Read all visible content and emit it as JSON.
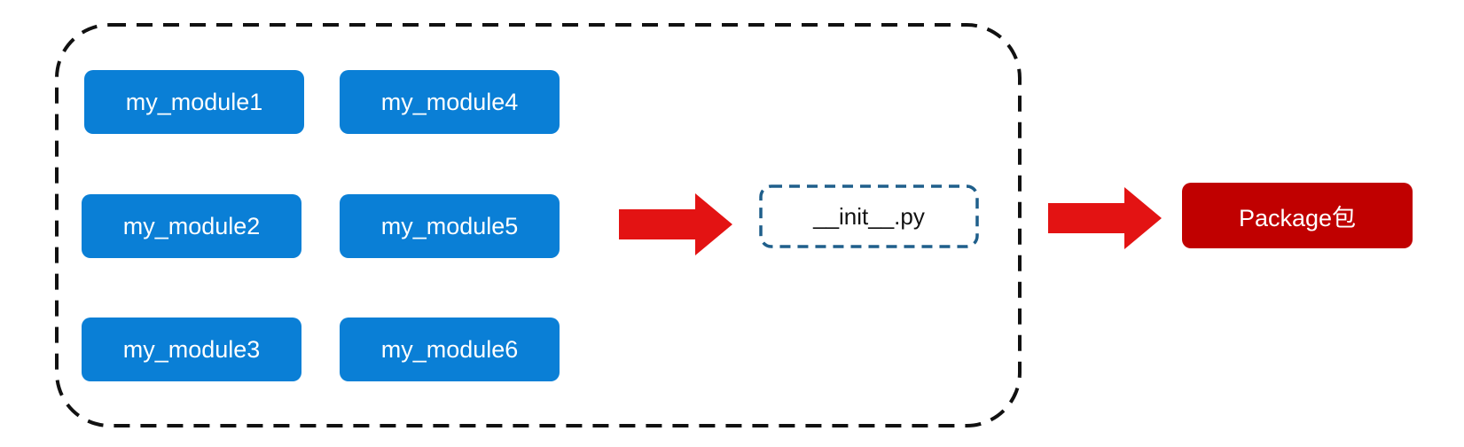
{
  "modules": [
    {
      "label": "my_module1"
    },
    {
      "label": "my_module2"
    },
    {
      "label": "my_module3"
    },
    {
      "label": "my_module4"
    },
    {
      "label": "my_module5"
    },
    {
      "label": "my_module6"
    }
  ],
  "init_file": {
    "label": "__init__.py"
  },
  "package": {
    "label": "Package包"
  },
  "colors": {
    "module_fill": "#0a7fd6",
    "init_border": "#1f5f8b",
    "package_fill": "#c00000",
    "arrow": "#e31313",
    "frame_border": "#111111"
  },
  "icons": {
    "arrow_1": "right-arrow-icon",
    "arrow_2": "right-arrow-icon"
  }
}
